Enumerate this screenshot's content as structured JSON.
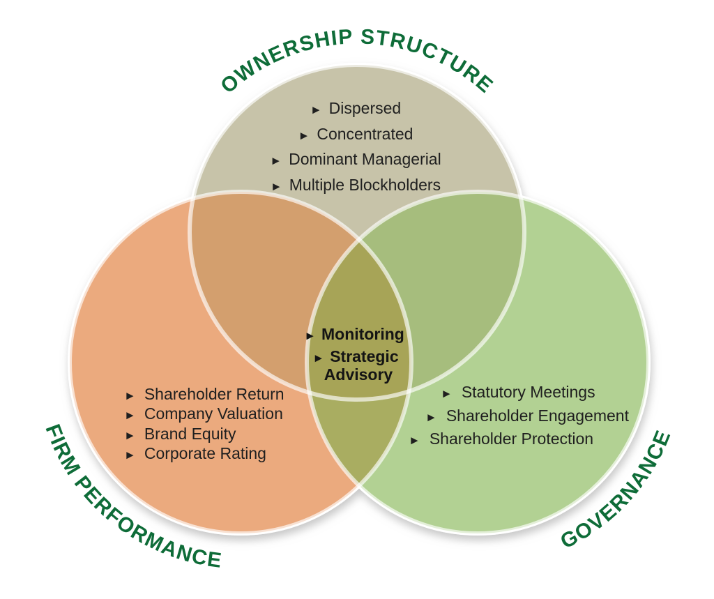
{
  "diagram": {
    "bullet": "►",
    "ownership": {
      "title": "OWNERSHIP STRUCTURE",
      "items": [
        "Dispersed",
        "Concentrated",
        "Dominant Managerial",
        "Multiple Blockholders"
      ]
    },
    "firm_performance": {
      "title": "FIRM PERFORMANCE",
      "items": [
        "Shareholder Return",
        "Company Valuation",
        "Brand Equity",
        "Corporate Rating"
      ]
    },
    "governance": {
      "title": "GOVERNANCE",
      "items": [
        "Statutory Meetings",
        "Shareholder Engagement",
        "Shareholder Protection"
      ]
    },
    "center_overlap": {
      "items": [
        "Monitoring",
        "Strategic Advisory"
      ],
      "display_lines": [
        "Monitoring",
        "Strategic",
        "Advisory"
      ]
    },
    "colors": {
      "title_text": "#0e6c38",
      "item_text": "#1f1f1f",
      "center_text": "#141414",
      "ownership_fill": "#c7c3a9",
      "firm_performance_fill": "#ebaa7e",
      "governance_fill": "#b2d193",
      "overlap_ownership_firm": "#d39f6e",
      "overlap_ownership_governance": "#a6bd7d",
      "overlap_firm_governance": "#a9ad61",
      "overlap_all": "#a7a457",
      "ring": "#ffffff",
      "background": "#ffffff"
    }
  }
}
